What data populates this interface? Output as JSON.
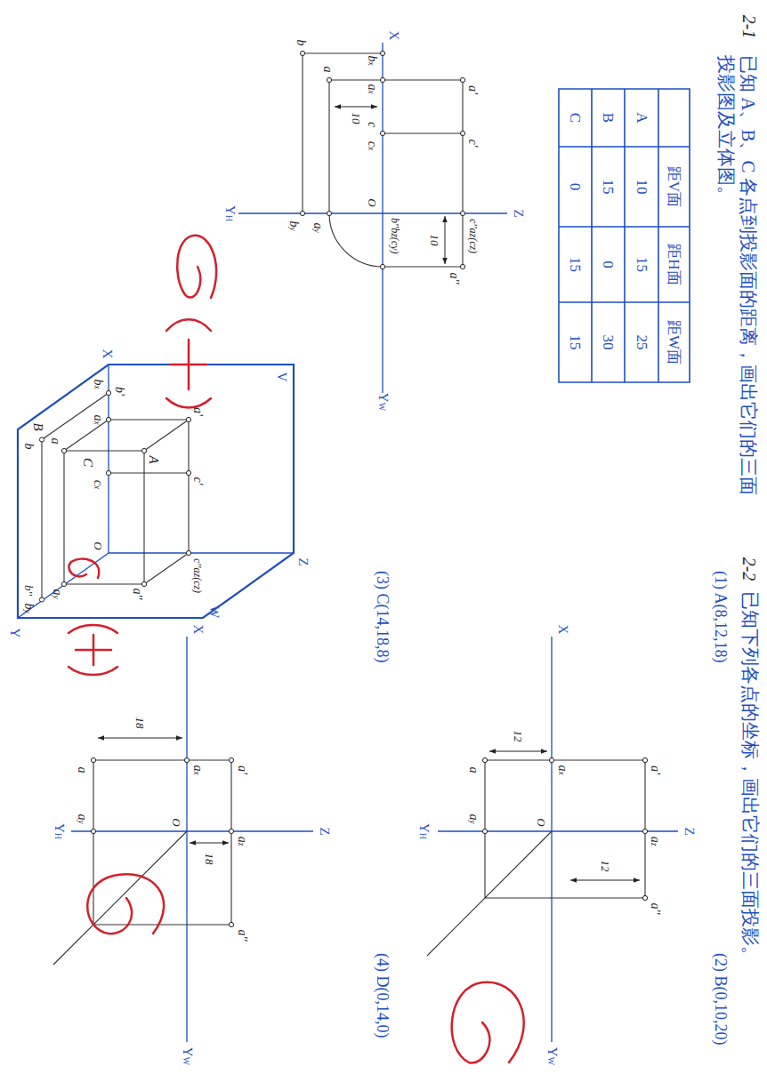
{
  "diagram": {
    "title": "已知 A、B、C 各点到投影面的距离，画出它们的三面投影图及立体图。",
    "labels": [
      "2-1",
      "2-2",
      "已知下列各点的坐标，画出它们的三面投影。",
      "(1) A(8,12,18)",
      "(2) B(0,10,20)",
      "(3) C(14,18,8)",
      "(4) D(0,14,0)",
      "距V面",
      "距H面",
      "距W面",
      "A",
      "10",
      "15",
      "25",
      "B",
      "15",
      "0",
      "30",
      "C",
      "0",
      "15",
      "15",
      "X",
      "Z",
      "YH",
      "YW",
      "O",
      "bx",
      "ax",
      "c",
      "cx",
      "b",
      "a",
      "10",
      "a'",
      "c'",
      "c''az(cz)",
      "a''",
      "10",
      "b''bz(cy)",
      "ay",
      "by",
      "X",
      "V",
      "Z",
      "W",
      "Y",
      "a'",
      "A",
      "c'",
      "c''az(cz)",
      "a''",
      "a",
      "B",
      "b",
      "b''",
      "by",
      "ax",
      "b'",
      "bx",
      "C",
      "cx",
      "O",
      "ay",
      "X",
      "Z",
      "YH",
      "YW",
      "O",
      "a",
      "ax",
      "a'",
      "az",
      "ay",
      "a''",
      "12",
      "12",
      "X",
      "Z",
      "YH",
      "YW",
      "O",
      "a",
      "ax",
      "a'",
      "az",
      "ay",
      "a''",
      "18",
      "18"
    ]
  }
}
